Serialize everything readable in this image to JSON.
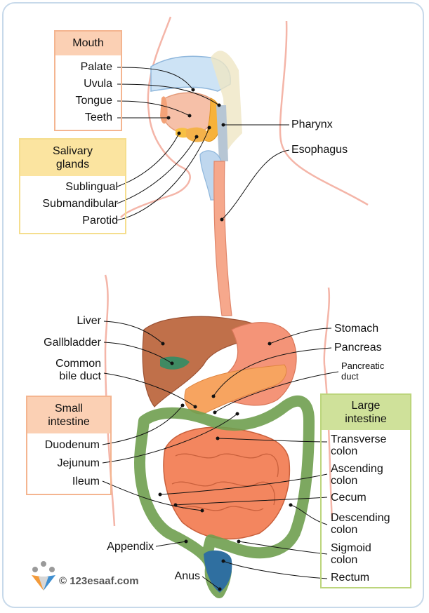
{
  "groups": {
    "mouth": {
      "title": "Mouth",
      "items": [
        "Palate",
        "Uvula",
        "Tongue",
        "Teeth"
      ]
    },
    "salivary": {
      "title": "Salivary glands",
      "title_line1": "Salivary",
      "title_line2": "glands",
      "items": [
        "Sublingual",
        "Submandibular",
        "Parotid"
      ]
    },
    "small_intestine": {
      "title_line1": "Small",
      "title_line2": "intestine",
      "items": [
        "Duodenum",
        "Jejunum",
        "Ileum"
      ]
    },
    "large_intestine": {
      "title_line1": "Large",
      "title_line2": "intestine",
      "items": [
        "Transverse colon",
        "Ascending colon",
        "Cecum",
        "Descending colon",
        "Sigmoid colon",
        "Rectum"
      ]
    }
  },
  "labels": {
    "pharynx": "Pharynx",
    "esophagus": "Esophagus",
    "liver": "Liver",
    "gallbladder": "Gallbladder",
    "common_bile_duct_1": "Common",
    "common_bile_duct_2": "bile duct",
    "stomach": "Stomach",
    "pancreas": "Pancreas",
    "pancreatic_duct_1": "Pancreatic",
    "pancreatic_duct_2": "duct",
    "transverse_1": "Transverse",
    "transverse_2": "colon",
    "ascending_1": "Ascending",
    "ascending_2": "colon",
    "cecum": "Cecum",
    "descending_1": "Descending",
    "descending_2": "colon",
    "sigmoid_1": "Sigmoid",
    "sigmoid_2": "colon",
    "rectum": "Rectum",
    "appendix": "Appendix",
    "anus": "Anus"
  },
  "credit": "© 123esaaf.com",
  "colors": {
    "mouth_header": "#fbd0b4",
    "mouth_border": "#f4b590",
    "salivary_header": "#fbe4a0",
    "salivary_border": "#f5de8e",
    "small_header": "#fbd0b4",
    "small_border": "#f4b590",
    "large_header": "#cfe19a",
    "large_border": "#bcd57c",
    "body_outline": "#f4b5a8",
    "liver": "#c0704a",
    "stomach": "#f49478",
    "colon": "#6f9e4f",
    "small_bowel": "#f3865f"
  }
}
